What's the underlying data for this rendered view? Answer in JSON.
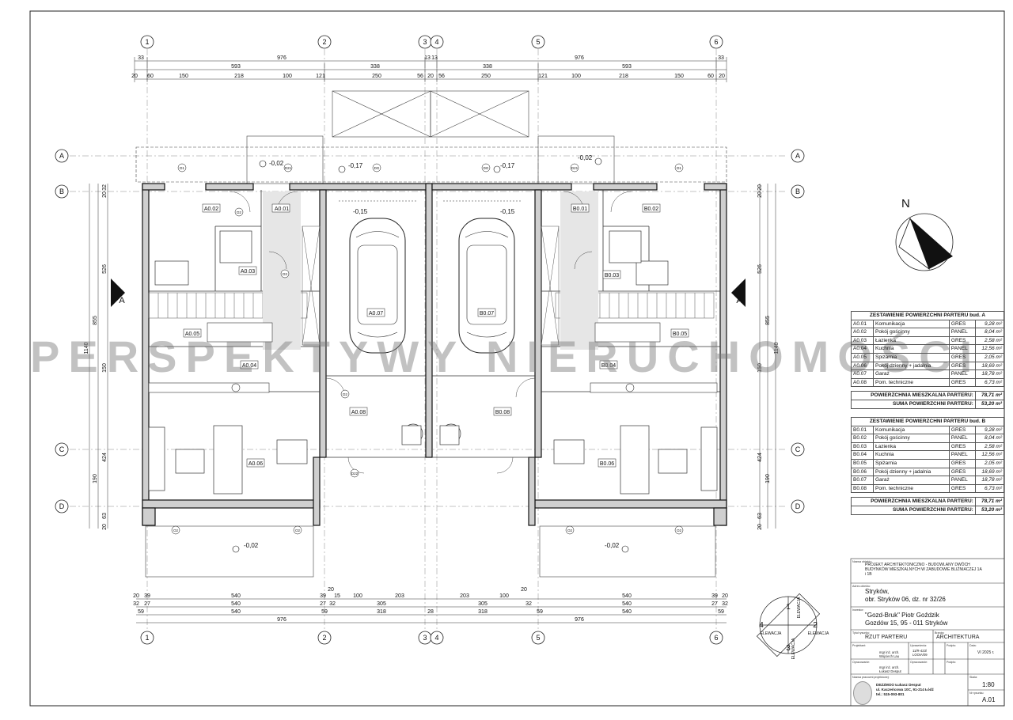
{
  "grid": {
    "top_labels": [
      "1",
      "2",
      "3",
      "4",
      "5",
      "6"
    ],
    "bottom_labels": [
      "1",
      "2",
      "3",
      "4",
      "5",
      "6"
    ],
    "row_labels": [
      "A",
      "B",
      "C",
      "D"
    ]
  },
  "dims_top": {
    "row1": [
      "33",
      "976",
      "13",
      "13",
      "976",
      "33"
    ],
    "row2": [
      "593",
      "338",
      "338",
      "593"
    ],
    "row3": [
      "20",
      "60",
      "150",
      "218",
      "100",
      "121",
      "250",
      "56",
      "20",
      "56",
      "250",
      "121",
      "100",
      "218",
      "150",
      "60",
      "20"
    ]
  },
  "dims_bottom": {
    "row0": [
      "20",
      "20"
    ],
    "row1": [
      "20",
      "39",
      "540",
      "39",
      "15",
      "100",
      "203",
      "203",
      "100",
      "540",
      "39",
      "20"
    ],
    "row2": [
      "32",
      "27",
      "540",
      "27",
      "32",
      "305",
      "305",
      "32",
      "540",
      "27",
      "32"
    ],
    "row3": [
      "59",
      "540",
      "59",
      "318",
      "28",
      "318",
      "59",
      "540",
      "59"
    ],
    "row4": [
      "976",
      "976"
    ]
  },
  "dims_side": {
    "left": [
      "32",
      "20",
      "526",
      "855",
      "1140",
      "150",
      "424",
      "190",
      "63",
      "20"
    ],
    "right": [
      "20",
      "20",
      "526",
      "855",
      "1140",
      "150",
      "424",
      "190",
      "63",
      "20"
    ]
  },
  "elevations": [
    "-0,02",
    "-0,17",
    "-0,17",
    "-0,02",
    "-0,15",
    "-0,15",
    "-0,02",
    "-0,02"
  ],
  "rooms": [
    "A0.01",
    "A0.02",
    "A0.03",
    "A0.04",
    "A0.05",
    "A0.06",
    "A0.07",
    "A0.08",
    "B0.01",
    "B0.02",
    "B0.03",
    "B0.04",
    "B0.05",
    "B0.06",
    "B0.07",
    "B0.08"
  ],
  "doors": [
    "D1",
    "D2",
    "D3",
    "D4",
    "DG",
    "D21",
    "D22",
    "O1",
    "O2"
  ],
  "section_mark": "A",
  "north": "N",
  "elevation_key": {
    "labels": [
      "1",
      "2",
      "3",
      "4"
    ],
    "word": "ELEWACJA"
  },
  "watermark": "PERSPEKTYWY NIERUCHOMOŚCI",
  "table_a": {
    "title": "ZESTAWIENIE POWIERZCHNI PARTERU bud. A",
    "rows": [
      [
        "A0.01",
        "Komunikacja",
        "GRES",
        "9,28 m²"
      ],
      [
        "A0.02",
        "Pokój gościnny",
        "PANEL",
        "8,04 m²"
      ],
      [
        "A0.03",
        "Łazienka",
        "GRES",
        "2,58 m²"
      ],
      [
        "A0.04",
        "Kuchnia",
        "PANEL",
        "12,56 m²"
      ],
      [
        "A0.05",
        "Spiżarnia",
        "GRES",
        "2,05 m²"
      ],
      [
        "A0.06",
        "Pokój dzienny + jadalnia",
        "GRES",
        "18,69 m²"
      ],
      [
        "A0.07",
        "Garaż",
        "PANEL",
        "18,78 m²"
      ],
      [
        "A0.08",
        "Pom. techniczne",
        "GRES",
        "6,73 m²"
      ]
    ],
    "sum_living_label": "POWIERZCHNIA MIESZKALNA PARTERU:",
    "sum_living": "78,71 m²",
    "sum_total_label": "SUMA POWIERZCHNI PARTERU:",
    "sum_total": "53,20 m²"
  },
  "table_b": {
    "title": "ZESTAWIENIE POWIERZCHNI PARTERU bud. B",
    "rows": [
      [
        "B0.01",
        "Komunikacja",
        "GRES",
        "9,28 m²"
      ],
      [
        "B0.02",
        "Pokój gościnny",
        "PANEL",
        "8,04 m²"
      ],
      [
        "B0.03",
        "Łazienka",
        "GRES",
        "2,58 m²"
      ],
      [
        "B0.04",
        "Kuchnia",
        "PANEL",
        "12,56 m²"
      ],
      [
        "B0.05",
        "Spiżarnia",
        "GRES",
        "2,05 m²"
      ],
      [
        "B0.06",
        "Pokój dzienny + jadalnia",
        "GRES",
        "18,69 m²"
      ],
      [
        "B0.07",
        "Garaż",
        "PANEL",
        "18,78 m²"
      ],
      [
        "B0.08",
        "Pom. techniczne",
        "GRES",
        "6,73 m²"
      ]
    ],
    "sum_living_label": "POWIERZCHNIA MIESZKALNA PARTERU:",
    "sum_living": "78,71 m²",
    "sum_total_label": "SUMA POWIERZCHNI PARTERU:",
    "sum_total": "53,20 m²"
  },
  "title_block": {
    "object_label": "Nazwa obiektu:",
    "object": "PROJEKT ARCHITEKTONICZNO - BUDOWLANY DWÓCH BUDYNKÓW MIESZKALNYCH W ZABUDOWIE BLIŹNIACZEJ 1A i 1B",
    "address_label": "Adres obiektu:",
    "address_1": "Stryków,",
    "address_2": "obr. Stryków 06, dz. nr 32/26",
    "investor_label": "Inwestor:",
    "investor_1": "\"Gozd-Bruk\" Piotr Goździk",
    "investor_2": "Gozdów 15, 95 - 011 Stryków",
    "drawing_label": "Tytuł rysunku:",
    "drawing": "RZUT PARTERU",
    "branch_label": "Branża:",
    "branch": "ARCHITEKTURA",
    "designer_label": "Projektant:",
    "designer": "mgr inż. arch. Wojciech Lau",
    "perm_label": "Uprawnienia:",
    "perm": "11/R-423/ LOOIA/09",
    "sign_label": "Podpis:",
    "date_label": "Data:",
    "date": "VI 2025 r.",
    "drafter_label": "Opracowanie:",
    "drafter": "mgr inż. arch. Łukasz Desput",
    "drafter_perm_label": "Opracowanie:",
    "drafter_sign_label": "Podpis:",
    "studio_label": "Nazwa pracowni projektowej:",
    "studio_1": "DEZZMOO Łukasz Desput",
    "studio_2": "ul. Kaczeńcowa 10C, 91-214 Łódź",
    "studio_3": "tel.: 515-093-801",
    "scale_label": "Skala:",
    "scale": "1:80",
    "sheet_label": "Nr rysunku:",
    "sheet": "A.01"
  }
}
